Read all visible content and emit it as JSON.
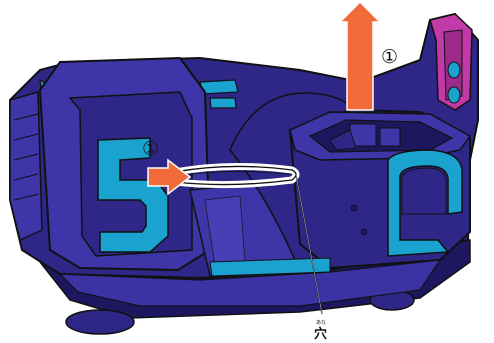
{
  "callouts": {
    "step_top": "①",
    "step_left": "①"
  },
  "hole_label": {
    "ruby": "あな",
    "kanji": "穴"
  },
  "colors": {
    "body_navy": "#2e2787",
    "body_dark": "#1d1760",
    "body_light": "#3d35a8",
    "accent_cyan": "#1aa3cf",
    "accent_magenta": "#c23aa8",
    "arrow_orange": "#f26b3a",
    "outline": "#111111"
  },
  "icons": {
    "up_arrow": "up-arrow-icon",
    "right_arrow": "right-arrow-icon"
  }
}
